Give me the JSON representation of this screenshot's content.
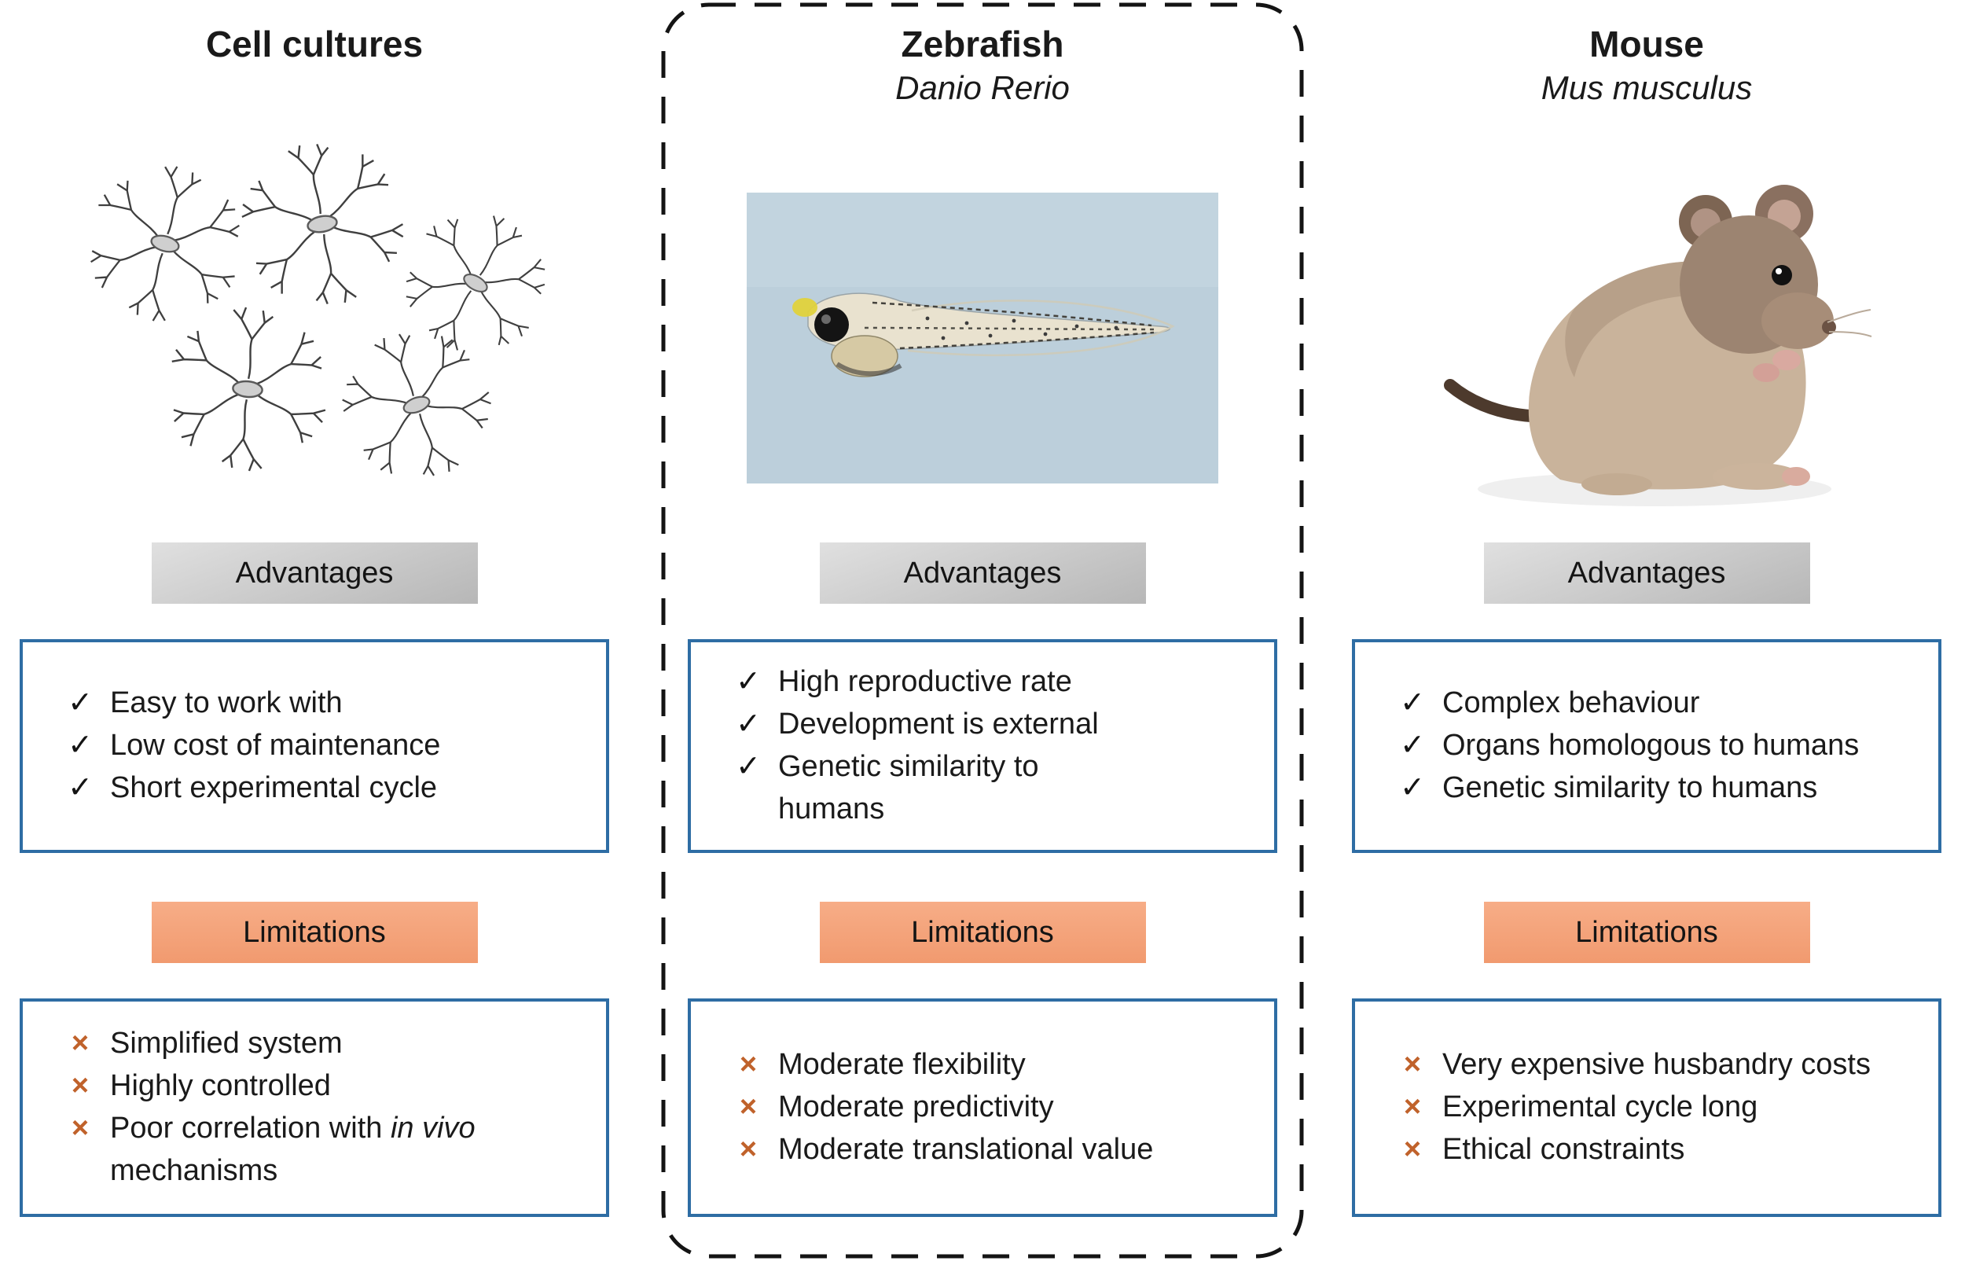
{
  "labels": {
    "advantages": "Advantages",
    "limitations": "Limitations"
  },
  "markers": {
    "check": "✓",
    "cross": "×"
  },
  "colors": {
    "advantages_header": "#c9c9c9",
    "limitations_header": "#f5a47c",
    "box_border": "#2e6da4",
    "cross_marker": "#c0622b"
  },
  "columns": [
    {
      "title": "Cell cultures",
      "subtitle": "",
      "image": "neuron-cell-culture-drawing",
      "advantages": [
        "Easy to work with",
        "Low cost of maintenance",
        "Short experimental cycle"
      ],
      "limitations": [
        "Simplified system",
        "Highly controlled"
      ],
      "limitation_invivo": {
        "pre": "Poor correlation with ",
        "italic": "in vivo",
        "post": " mechanisms"
      }
    },
    {
      "title": "Zebrafish",
      "subtitle": "Danio Rerio",
      "image": "zebrafish-larva-photo",
      "advantages": [
        "High reproductive rate",
        "Development is external",
        "Genetic similarity to humans"
      ],
      "limitations": [
        "Moderate flexibility",
        "Moderate predictivity",
        "Moderate translational value"
      ]
    },
    {
      "title": "Mouse",
      "subtitle": "Mus musculus",
      "image": "mouse-photo",
      "advantages": [
        "Complex behaviour",
        "Organs homologous to humans",
        "Genetic similarity to humans"
      ],
      "limitations": [
        "Very expensive husbandry costs",
        "Experimental cycle long",
        "Ethical constraints"
      ]
    }
  ]
}
